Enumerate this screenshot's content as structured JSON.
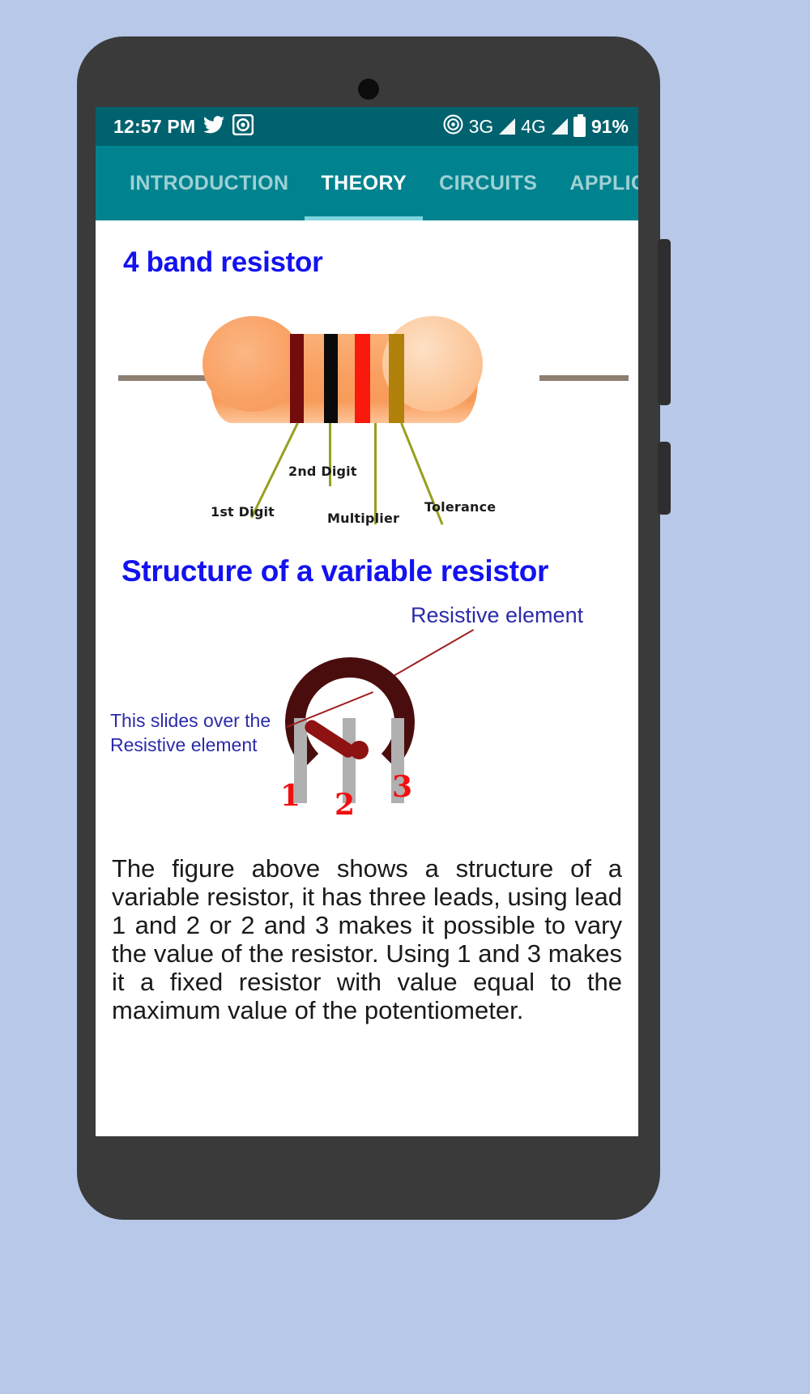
{
  "status_bar": {
    "time": "12:57 PM",
    "icons_left": [
      "twitter-icon",
      "recording-icon"
    ],
    "cast_icon": "cast-icon",
    "network_1": "3G",
    "network_2": "4G",
    "battery_percent": "91%",
    "background_color": "#00626e"
  },
  "tabs": {
    "accent_color": "#00838f",
    "indicator_color": "#7fd4dd",
    "items": [
      {
        "label": "INTRODUCTION",
        "active": false
      },
      {
        "label": "THEORY",
        "active": true
      },
      {
        "label": "CIRCUITS",
        "active": false
      },
      {
        "label": "APPLICATIONS",
        "active": false
      }
    ]
  },
  "content": {
    "heading_color": "#1312f0",
    "heading_4band": "4 band resistor",
    "heading_structure": "Structure of a variable resistor",
    "four_band_figure": {
      "band_colors": [
        "#730c0c",
        "#0a0a0a",
        "#fa1a0d",
        "#b1820b"
      ],
      "labels": {
        "first_digit": "1st Digit",
        "second_digit": "2nd Digit",
        "multiplier": "Multiplier",
        "tolerance": "Tolerance"
      },
      "leader_color": "#97a01f"
    },
    "variable_resistor_figure": {
      "label_resistive_element": "Resistive element",
      "label_slides": "This slides over the\nResistive element",
      "label_color": "#2b2baa",
      "lead_numbers": [
        "1",
        "2",
        "3"
      ],
      "lead_number_color": "#f01010",
      "resistive_element_color": "#4a0d0d"
    },
    "paragraph": "The figure above shows a structure of a variable resistor, it has three leads, using lead 1 and 2 or 2 and 3 makes it possible to vary the value of the resistor. Using 1 and 3 makes it a fixed resistor with value equal to the maximum value of the potentiometer."
  },
  "nav_bar": {
    "back": "back-icon",
    "home": "home-icon",
    "recents": "recents-icon"
  }
}
